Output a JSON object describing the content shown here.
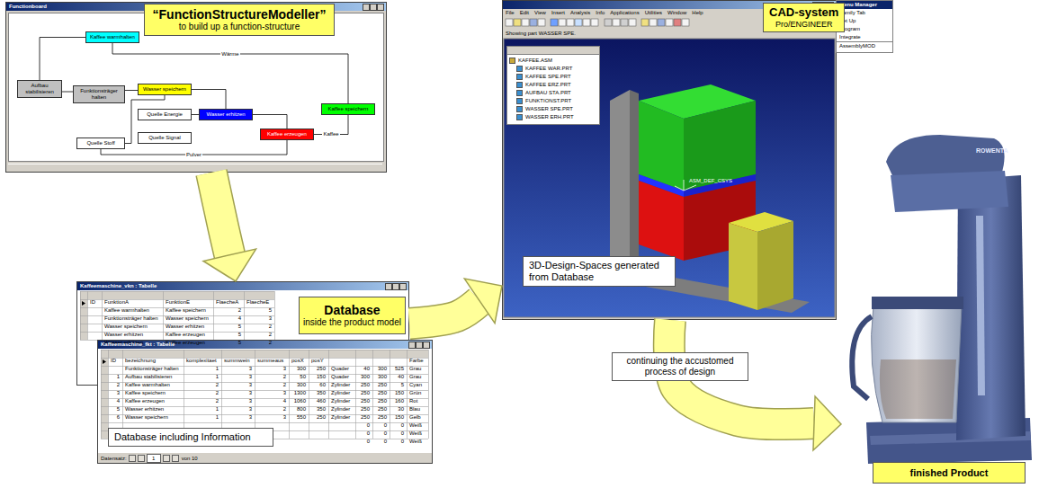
{
  "diagram": {
    "nodes": [
      {
        "text": [
          "Functionboard"
        ]
      },
      {
        "text": [
          "Kaffee warmhalten"
        ],
        "in": 0
      },
      {
        "text": [
          "Aufbau stabilisieren"
        ],
        "in": 0
      },
      {
        "text": [
          "Funktionsträger halten"
        ],
        "in": 0
      },
      {
        "text": [
          "Wasser speichern"
        ],
        "in": 0
      },
      {
        "text": [
          "Quelle Energie"
        ],
        "in": 0
      },
      {
        "text": [
          "Wasser erhitzen"
        ],
        "in": 0
      },
      {
        "text": [
          "Quelle Signal"
        ],
        "in": 0
      },
      {
        "text": [
          "Kaffee erzeugen"
        ],
        "in": 0
      },
      {
        "text": [
          "Kaffee speichern"
        ],
        "in": 0
      },
      {
        "text": [
          "Quelle Stoff"
        ],
        "in": 0
      },
      {
        "text": [
          "“FunctionStructureModeller”",
          "to build up a function-structure"
        ]
      },
      {
        "text": [
          "Kaffeemaschine_vkn : Tabelle"
        ]
      },
      {
        "text": [
          "Database",
          "inside the product model"
        ]
      },
      {
        "text": [
          "Kaffeemaschine_fkt : Tabelle"
        ]
      },
      {
        "text": [
          "Database including Information"
        ]
      },
      {
        "text": [
          "Showing part WASSER SPE."
        ]
      },
      {
        "text": [
          "KAFFEE.ASM",
          "KAFFEE WAR.PRT",
          "KAFFEE SPE.PRT",
          "KAFFEE ERZ.PRT",
          "AUFBAU STA.PRT",
          "FUNKTIONST.PRT",
          "WASSER SPE.PRT",
          "WASSER ERH.PRT"
        ],
        "in": 16
      },
      {
        "text": [
          "3D-Design-Spaces generated from Database"
        ],
        "in": 16
      },
      {
        "text": [
          "CAD-system",
          "Pro/ENGINEER"
        ]
      },
      {
        "text": [
          "Menu Manager",
          "Family Tab",
          "Set Up",
          "Program",
          "Integrate",
          "AssemblyMOD"
        ]
      },
      {
        "text": [
          "continuing the accustomed process of design"
        ]
      },
      {
        "text": [
          "finished Product"
        ]
      }
    ],
    "edges": [
      {
        "from": 2,
        "to": 1,
        "arrow": "none"
      },
      {
        "from": 2,
        "to": 3,
        "arrow": "none"
      },
      {
        "from": 3,
        "to": 4,
        "arrow": "none"
      },
      {
        "from": 4,
        "to": 6,
        "arrow": "none"
      },
      {
        "from": 5,
        "to": 6,
        "arrow": "none"
      },
      {
        "from": 6,
        "to": 8,
        "arrow": "none"
      },
      {
        "from": 1,
        "to": 9,
        "arrow": "none",
        "label": "Wärme"
      },
      {
        "from": 8,
        "to": 9,
        "arrow": "none",
        "label": "Kaffee"
      },
      {
        "from": 10,
        "to": 4,
        "arrow": "none"
      },
      {
        "from": 10,
        "to": 8,
        "arrow": "none",
        "label": "Pulver"
      },
      {
        "from": 0,
        "to": 12,
        "arrow": "to"
      },
      {
        "from": 12,
        "to": 16,
        "arrow": "to"
      },
      {
        "from": 16,
        "to": 22,
        "arrow": "to"
      }
    ],
    "labels": [
      "ID",
      "FunktionA",
      "FunktionE",
      "FlaecheA",
      "FlaecheE",
      "Kaffee warmhalten",
      "Kaffee speichern",
      "2",
      "5",
      "Funktionsträger halten",
      "Wasser speichern",
      "4",
      "3",
      "Wasser speichern",
      "Wasser erhitzen",
      "5",
      "2",
      "Wasser erhitzen",
      "Kaffee erzeugen",
      "5",
      "2",
      "Wasser erhitzen",
      "Kaffee erzeugen",
      "5",
      "2",
      "ID",
      "bezeichnung",
      "komplexitaet",
      "summwein",
      "summeaus",
      "posX",
      "posY",
      "Farbe",
      "Funktionsträger halten",
      "1",
      "3",
      "3",
      "300",
      "250",
      "Quader",
      "40",
      "300",
      "525",
      "Grau",
      "1",
      "Aufbau stabilisieren",
      "1",
      "3",
      "2",
      "50",
      "150",
      "Quader",
      "300",
      "300",
      "40",
      "Grau",
      "2",
      "Kaffee warmhalten",
      "2",
      "3",
      "2",
      "300",
      "60",
      "Zylinder",
      "250",
      "250",
      "5",
      "Cyan",
      "3",
      "Kaffee speichern",
      "2",
      "3",
      "3",
      "1300",
      "350",
      "Zylinder",
      "250",
      "250",
      "150",
      "Grün",
      "4",
      "Kaffee erzeugen",
      "2",
      "3",
      "4",
      "1060",
      "460",
      "Zylinder",
      "250",
      "250",
      "160",
      "Rot",
      "5",
      "Wasser erhitzen",
      "1",
      "3",
      "2",
      "800",
      "350",
      "Zylinder",
      "250",
      "250",
      "30",
      "Blau",
      "6",
      "Wasser speichern",
      "1",
      "3",
      "3",
      "550",
      "250",
      "Zylinder",
      "250",
      "250",
      "150",
      "Gelb",
      "0",
      "0",
      "0",
      "Weiß",
      "0",
      "0",
      "0",
      "Weiß",
      "0",
      "0",
      "0",
      "Weiß",
      "Datensatz:",
      "1",
      "von 10",
      "File",
      "Edit",
      "View",
      "Insert",
      "Analysis",
      "Info",
      "Applications",
      "Utilities",
      "Window",
      "Help",
      "ASM_DEF_CSYS",
      "ROWENTA"
    ]
  }
}
